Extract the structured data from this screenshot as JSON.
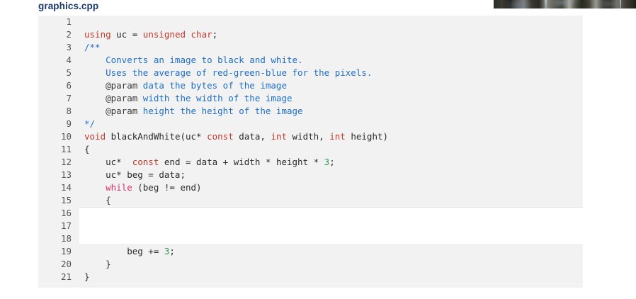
{
  "file": {
    "title": "graphics.cpp"
  },
  "photo": {
    "name": "street-scene-thumbnail"
  },
  "editor": {
    "gutter_label": "line-numbers",
    "highlight_note": "editable-blank-region",
    "lines": [
      {
        "n": "1",
        "blank": true,
        "edit": false,
        "tokens": []
      },
      {
        "n": "2",
        "blank": false,
        "edit": false,
        "tokens": [
          {
            "c": "t-kw",
            "t": "using"
          },
          {
            "c": "t-pln",
            "t": " uc = "
          },
          {
            "c": "t-kw",
            "t": "unsigned char"
          },
          {
            "c": "t-pln",
            "t": ";"
          }
        ]
      },
      {
        "n": "3",
        "blank": false,
        "edit": false,
        "tokens": [
          {
            "c": "t-cmt",
            "t": "/**"
          }
        ]
      },
      {
        "n": "4",
        "blank": false,
        "edit": false,
        "tokens": [
          {
            "c": "t-cmt",
            "t": "    Converts an image to black and white."
          }
        ]
      },
      {
        "n": "5",
        "blank": false,
        "edit": false,
        "tokens": [
          {
            "c": "t-cmt",
            "t": "    Uses the average of red-green-blue for the pixels."
          }
        ]
      },
      {
        "n": "6",
        "blank": false,
        "edit": false,
        "tokens": [
          {
            "c": "t-tag",
            "t": "    @param"
          },
          {
            "c": "t-cmt",
            "t": " data the bytes of the image"
          }
        ]
      },
      {
        "n": "7",
        "blank": false,
        "edit": false,
        "tokens": [
          {
            "c": "t-tag",
            "t": "    @param"
          },
          {
            "c": "t-cmt",
            "t": " width the width of the image"
          }
        ]
      },
      {
        "n": "8",
        "blank": false,
        "edit": false,
        "tokens": [
          {
            "c": "t-tag",
            "t": "    @param"
          },
          {
            "c": "t-cmt",
            "t": " height the height of the image"
          }
        ]
      },
      {
        "n": "9",
        "blank": false,
        "edit": false,
        "tokens": [
          {
            "c": "t-cmt",
            "t": "*/"
          }
        ]
      },
      {
        "n": "10",
        "blank": false,
        "edit": false,
        "tokens": [
          {
            "c": "t-kw",
            "t": "void"
          },
          {
            "c": "t-pln",
            "t": " blackAndWhite(uc* "
          },
          {
            "c": "t-kw",
            "t": "const"
          },
          {
            "c": "t-pln",
            "t": " data, "
          },
          {
            "c": "t-kw",
            "t": "int"
          },
          {
            "c": "t-pln",
            "t": " width, "
          },
          {
            "c": "t-kw",
            "t": "int"
          },
          {
            "c": "t-pln",
            "t": " height)"
          }
        ]
      },
      {
        "n": "11",
        "blank": false,
        "edit": false,
        "tokens": [
          {
            "c": "t-pln",
            "t": "{"
          }
        ]
      },
      {
        "n": "12",
        "blank": false,
        "edit": false,
        "tokens": [
          {
            "c": "t-pln",
            "t": "    uc*  "
          },
          {
            "c": "t-kw",
            "t": "const"
          },
          {
            "c": "t-pln",
            "t": " end = data + width * height * "
          },
          {
            "c": "t-num",
            "t": "3"
          },
          {
            "c": "t-pln",
            "t": ";"
          }
        ]
      },
      {
        "n": "13",
        "blank": false,
        "edit": false,
        "tokens": [
          {
            "c": "t-pln",
            "t": "    uc* beg = data;"
          }
        ]
      },
      {
        "n": "14",
        "blank": false,
        "edit": false,
        "tokens": [
          {
            "c": "t-kw2",
            "t": "    while"
          },
          {
            "c": "t-pln",
            "t": " (beg != end)"
          }
        ]
      },
      {
        "n": "15",
        "blank": false,
        "edit": false,
        "tokens": [
          {
            "c": "t-pln",
            "t": "    {"
          }
        ]
      },
      {
        "n": "16",
        "blank": true,
        "edit": true,
        "edit_first": true,
        "tokens": []
      },
      {
        "n": "17",
        "blank": true,
        "edit": true,
        "tokens": []
      },
      {
        "n": "18",
        "blank": true,
        "edit": true,
        "edit_last": true,
        "tokens": []
      },
      {
        "n": "19",
        "blank": false,
        "edit": false,
        "tokens": [
          {
            "c": "t-pln",
            "t": "        beg += "
          },
          {
            "c": "t-num",
            "t": "3"
          },
          {
            "c": "t-pln",
            "t": ";"
          }
        ]
      },
      {
        "n": "20",
        "blank": false,
        "edit": false,
        "tokens": [
          {
            "c": "t-pln",
            "t": "    }"
          }
        ]
      },
      {
        "n": "21",
        "blank": false,
        "edit": false,
        "tokens": [
          {
            "c": "t-pln",
            "t": "}"
          }
        ]
      }
    ]
  },
  "colors": {
    "keyword": "#c0392b",
    "keyword_control": "#d6336c",
    "comment": "#1f6fc4",
    "doc_tag": "#3b3b3b",
    "number": "#2e9e4f",
    "plain": "#2b2b2b",
    "gutter_text": "#555555",
    "code_bg": "#f2f2f2",
    "edit_bg": "#ffffff",
    "title": "#1b3a6b"
  }
}
